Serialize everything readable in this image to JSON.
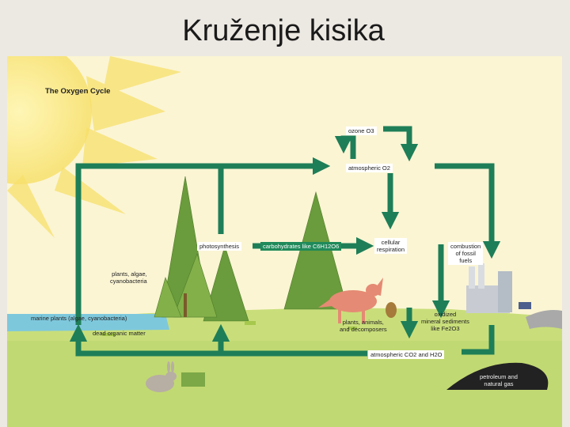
{
  "slide": {
    "title": "Kruženje kisika"
  },
  "diagram": {
    "heading": "The Oxygen Cycle",
    "labels": {
      "ozone": "ozone O3",
      "atmospheric_o2": "atmospheric O2",
      "photosynthesis": "photosynthesis",
      "carbohydrates": "carbohydrates like C6H12O6",
      "cellular_respiration": "cellular\nrespiration",
      "combustion": "combustion\nof fossil\nfuels",
      "plants_algae": "plants, algae,\ncyanobacteria",
      "marine_plants": "marine plants (algae, cyanobacteria)",
      "dead_matter": "dead organic matter",
      "decomposers": "plants, animals,\nand decomposers",
      "oxidized": "oxidized\nmineral sediments\nlike Fe2O3",
      "atmospheric_co2": "atmospheric CO2 and H2O",
      "petroleum": "petroleum and\nnatural gas"
    }
  },
  "colors": {
    "arrow": "#1e7e58",
    "sun": "#f7e06b",
    "water": "#7ec8dc",
    "ground": "#c9de7a",
    "tree": "#6a9b3c"
  }
}
